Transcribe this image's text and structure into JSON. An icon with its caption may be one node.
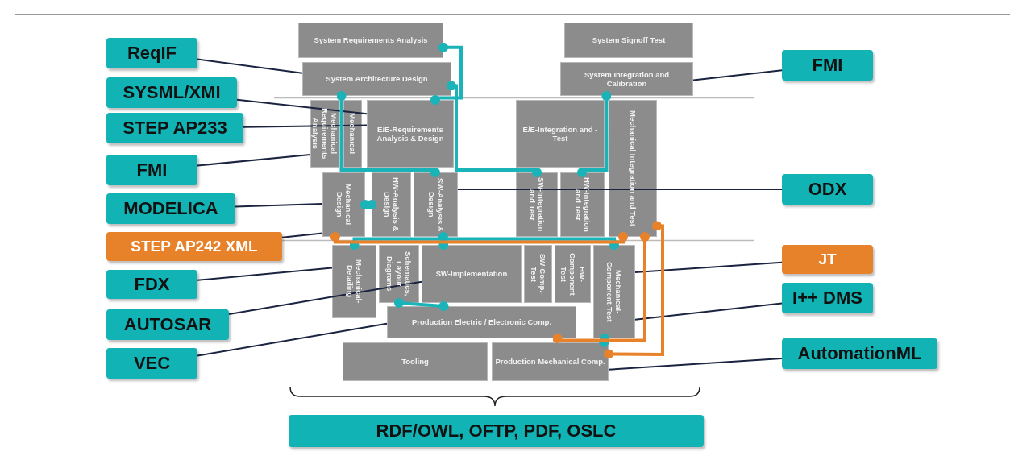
{
  "diagram": {
    "nodes": [
      {
        "text": [
          "ReqIF"
        ]
      },
      {
        "text": [
          "SYSML/XMI"
        ]
      },
      {
        "text": [
          "STEP AP233"
        ]
      },
      {
        "text": [
          "FMI"
        ]
      },
      {
        "text": [
          "MODELICA"
        ]
      },
      {
        "text": [
          "STEP AP242 XML"
        ]
      },
      {
        "text": [
          "FDX"
        ]
      },
      {
        "text": [
          "AUTOSAR"
        ]
      },
      {
        "text": [
          "VEC"
        ]
      },
      {
        "text": [
          "FMI"
        ]
      },
      {
        "text": [
          "ODX"
        ]
      },
      {
        "text": [
          "JT"
        ]
      },
      {
        "text": [
          "I++ DMS"
        ]
      },
      {
        "text": [
          "AutomationML"
        ]
      },
      {
        "text": [
          "RDF/OWL, OFTP, PDF, OSLC"
        ]
      },
      {
        "text": [
          "System Requirements Analysis"
        ]
      },
      {
        "text": [
          "System Architecture Design"
        ]
      },
      {
        "text": [
          "Mechanical Requirements Analysis"
        ]
      },
      {
        "text": [
          "Mechanical"
        ]
      },
      {
        "text": [
          "E/E-Requirements Analysis & Design"
        ]
      },
      {
        "text": [
          "Mechanical Design"
        ]
      },
      {
        "text": [
          "HW-Analysis & Design"
        ]
      },
      {
        "text": [
          "SW-Analysis & Design"
        ]
      },
      {
        "text": [
          "Mechanical-Detailing"
        ]
      },
      {
        "text": [
          "Schematics, Layout Diagrams"
        ]
      },
      {
        "text": [
          "SW-Implementation"
        ]
      },
      {
        "text": [
          "Production Electric / Electronic Comp."
        ]
      },
      {
        "text": [
          "Tooling"
        ]
      },
      {
        "text": [
          "Production Mechanical Comp."
        ]
      },
      {
        "text": [
          "System Signoff Test"
        ]
      },
      {
        "text": [
          "System Integration and Calibration"
        ]
      },
      {
        "text": [
          "E/E-Integration and -Test"
        ]
      },
      {
        "text": [
          "SW-Integration and Test"
        ]
      },
      {
        "text": [
          "HW-Integration and Test"
        ]
      },
      {
        "text": [
          "Mechanical Integration and Test"
        ]
      },
      {
        "text": [
          "SW-Comp.-Test"
        ]
      },
      {
        "text": [
          "HW-Component Test"
        ]
      },
      {
        "text": [
          "Mechanical-Component-Test"
        ]
      }
    ],
    "edges": [
      {
        "from": 0,
        "to": 16,
        "arrow": "none"
      },
      {
        "from": 1,
        "to": 19,
        "arrow": "none"
      },
      {
        "from": 2,
        "to": 19,
        "arrow": "none"
      },
      {
        "from": 3,
        "to": 17,
        "arrow": "none"
      },
      {
        "from": 4,
        "to": 20,
        "arrow": "none"
      },
      {
        "from": 5,
        "to": 20,
        "arrow": "none"
      },
      {
        "from": 6,
        "to": 23,
        "arrow": "none"
      },
      {
        "from": 7,
        "to": 25,
        "arrow": "none"
      },
      {
        "from": 8,
        "to": 26,
        "arrow": "none"
      },
      {
        "from": 9,
        "to": 30,
        "arrow": "none"
      },
      {
        "from": 10,
        "to": 22,
        "arrow": "none"
      },
      {
        "from": 11,
        "to": 37,
        "arrow": "none"
      },
      {
        "from": 12,
        "to": 37,
        "arrow": "none"
      },
      {
        "from": 13,
        "to": 28,
        "arrow": "none"
      },
      {
        "from": 15,
        "to": 19,
        "arrow": "other",
        "style": "thick",
        "color": "#1ab3b8"
      },
      {
        "from": 16,
        "to": 22,
        "arrow": "other",
        "style": "thick",
        "color": "#1ab3b8"
      },
      {
        "from": 16,
        "to": 32,
        "arrow": "other",
        "style": "thick",
        "color": "#1ab3b8"
      },
      {
        "from": 20,
        "to": 21,
        "arrow": "other",
        "style": "thick",
        "color": "#1ab3b8"
      },
      {
        "from": 30,
        "to": 33,
        "arrow": "other",
        "style": "thick",
        "color": "#1ab3b8"
      },
      {
        "from": 23,
        "to": 37,
        "arrow": "other",
        "style": "thick",
        "color": "#1ab3b8"
      },
      {
        "from": 22,
        "to": 25,
        "arrow": "other",
        "style": "thick",
        "color": "#1ab3b8"
      },
      {
        "from": 24,
        "to": 26,
        "arrow": "other",
        "style": "thick",
        "color": "#1ab3b8"
      },
      {
        "from": 37,
        "to": 28,
        "arrow": "other",
        "style": "thick",
        "color": "#1ab3b8"
      },
      {
        "from": 20,
        "to": 34,
        "arrow": "other",
        "style": "thick",
        "color": "#e8822a"
      },
      {
        "from": 26,
        "to": 34,
        "arrow": "other",
        "style": "thick",
        "color": "#e8822a"
      },
      {
        "from": 34,
        "to": 28,
        "arrow": "other",
        "style": "thick",
        "color": "#e8822a"
      }
    ]
  }
}
